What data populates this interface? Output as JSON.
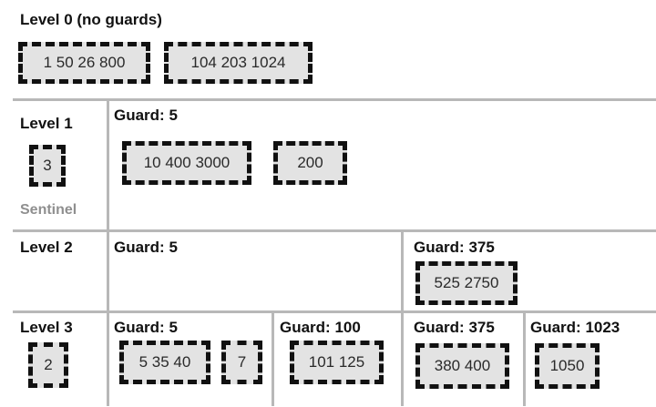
{
  "level0": {
    "title": "Level 0 (no guards)",
    "boxes": [
      "1 50 26 800",
      "104 203 1024"
    ]
  },
  "level1": {
    "title": "Level 1",
    "sentinel_value": "3",
    "sentinel_label": "Sentinel",
    "guard_title": "Guard: 5",
    "boxes": [
      "10 400 3000",
      "200"
    ]
  },
  "level2": {
    "title": "Level 2",
    "guards": [
      {
        "title": "Guard: 5",
        "boxes": []
      },
      {
        "title": "Guard: 375",
        "boxes": [
          "525 2750"
        ]
      }
    ]
  },
  "level3": {
    "title": "Level 3",
    "sentinel_value": "2",
    "guards": [
      {
        "title": "Guard: 5",
        "boxes": [
          "5 35 40",
          "7"
        ]
      },
      {
        "title": "Guard: 100",
        "boxes": [
          "101 125"
        ]
      },
      {
        "title": "Guard: 375",
        "boxes": [
          "380 400"
        ]
      },
      {
        "title": "Guard: 1023",
        "boxes": [
          "1050"
        ]
      }
    ]
  }
}
